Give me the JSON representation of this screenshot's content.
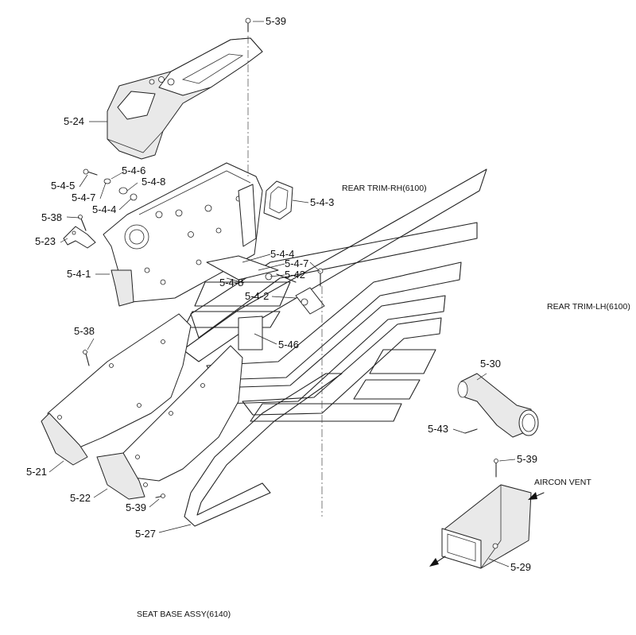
{
  "title": "",
  "labels": {
    "l_5_39_top": "5-39",
    "l_5_24": "5-24",
    "l_5_4_6": "5-4-6",
    "l_5_4_8_top": "5-4-8",
    "l_5_4_5": "5-4-5",
    "l_5_4_7_left": "5-4-7",
    "l_5_4_4_left": "5-4-4",
    "l_5_38_top": "5-38",
    "l_5_23": "5-23",
    "l_5_4_1": "5-4-1",
    "l_5_4_3": "5-4-3",
    "l_5_4_4_right": "5-4-4",
    "l_5_4_7_right": "5-4-7",
    "l_5_42": "5-42",
    "l_5_4_8_right": "5-4-8",
    "l_5_4_2": "5-4-2",
    "l_5_46": "5-46",
    "l_5_38_bottom": "5-38",
    "l_5_30": "5-30",
    "l_5_43": "5-43",
    "l_5_21": "5-21",
    "l_5_22": "5-22",
    "l_5_39_mid": "5-39",
    "l_5_27": "5-27",
    "l_5_39_right": "5-39",
    "l_5_29": "5-29"
  },
  "callouts": {
    "rear_trim_rh": "REAR TRIM-RH(6100)",
    "rear_trim_lh": "REAR TRIM-LH(6100)",
    "aircon_vent": "AIRCON VENT",
    "seat_base_assy": "SEAT BASE ASSY(6140)"
  }
}
